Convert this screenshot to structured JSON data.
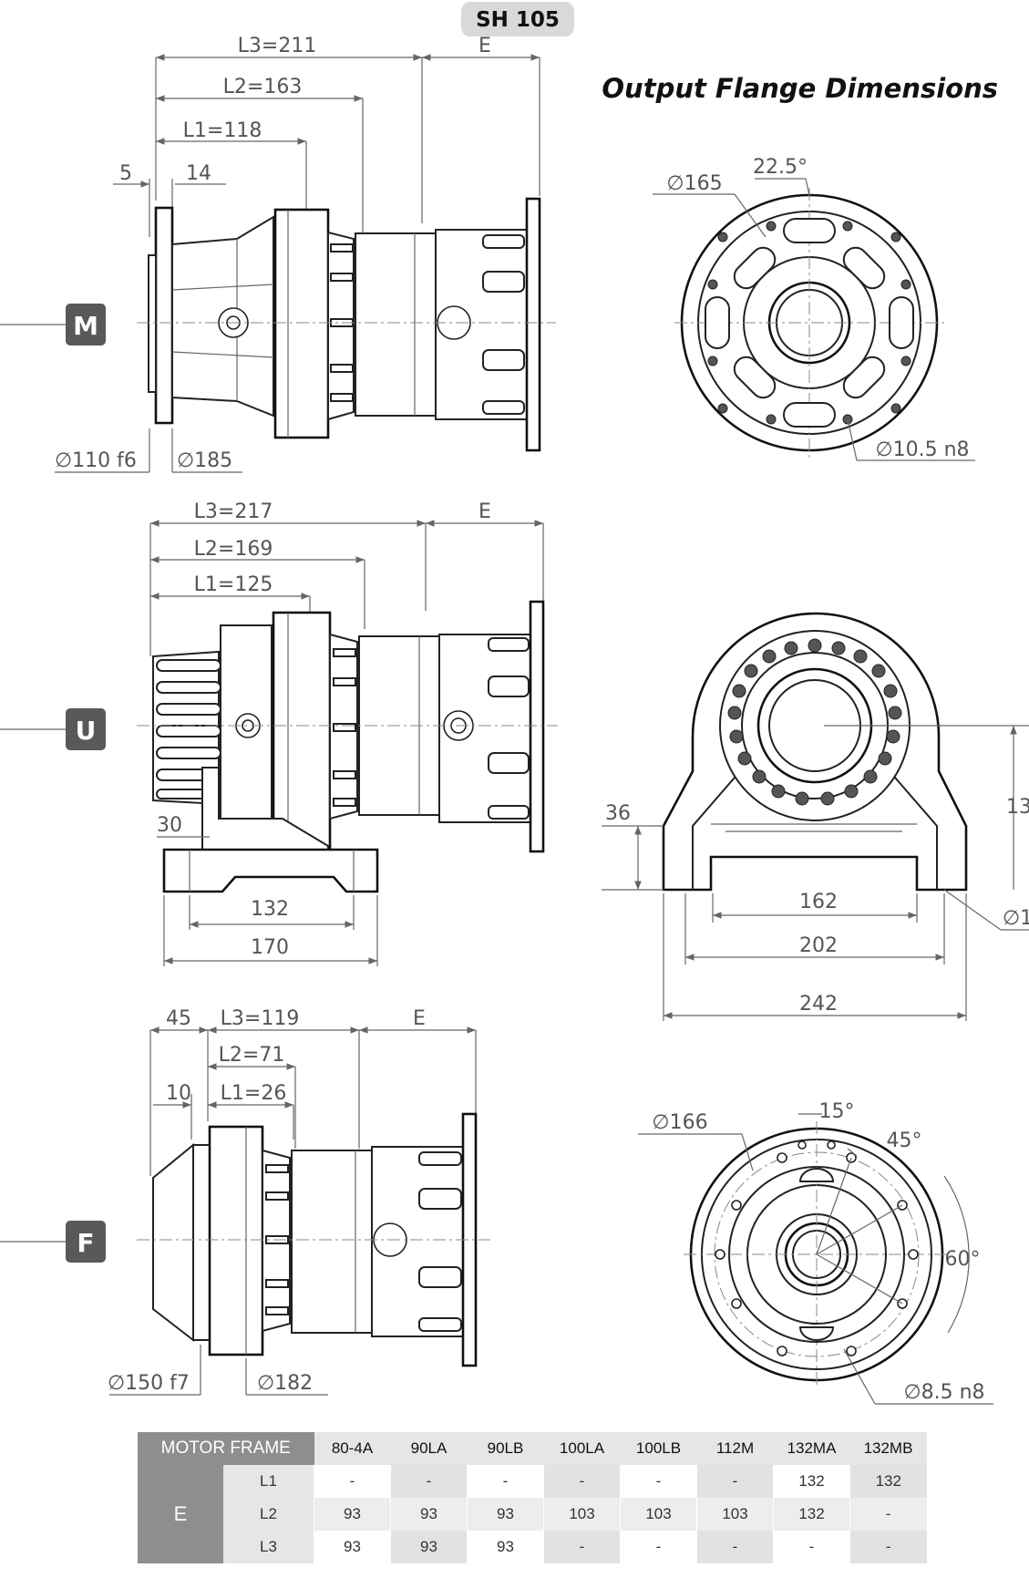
{
  "model": "SH 105",
  "title": "Output Flange Dimensions",
  "views": {
    "M": {
      "label": "M",
      "dims": [
        "L3=211",
        "E",
        "L2=163",
        "L1=118",
        "5",
        "14"
      ],
      "diameters": [
        "∅110 f6",
        "∅185"
      ],
      "flange": [
        "∅165",
        "22.5°",
        "∅10.5 n8"
      ]
    },
    "U": {
      "label": "U",
      "dims": [
        "L3=217",
        "E",
        "L2=169",
        "L1=125",
        "30",
        "132",
        "170"
      ],
      "foot": [
        "36",
        "13",
        "162",
        "202",
        "242",
        "∅1"
      ]
    },
    "F": {
      "label": "F",
      "dims": [
        "45",
        "L3=119",
        "E",
        "L2=71",
        "10",
        "L1=26"
      ],
      "diameters": [
        "∅150 f7",
        "∅182"
      ],
      "flange": [
        "∅166",
        "15°",
        "45°",
        "60°",
        "∅8.5 n8"
      ]
    }
  },
  "table": {
    "header_title": "MOTOR FRAME",
    "columns": [
      "80-4A",
      "90LA",
      "90LB",
      "100LA",
      "100LB",
      "112M",
      "132MA",
      "132MB"
    ],
    "group_label": "E",
    "rows": [
      {
        "label": "L1",
        "values": [
          "-",
          "-",
          "-",
          "-",
          "-",
          "-",
          "132",
          "132"
        ]
      },
      {
        "label": "L2",
        "values": [
          "93",
          "93",
          "93",
          "103",
          "103",
          "103",
          "132",
          "-"
        ]
      },
      {
        "label": "L3",
        "values": [
          "93",
          "93",
          "93",
          "-",
          "-",
          "-",
          "-",
          "-"
        ]
      }
    ]
  },
  "colors": {
    "label_box": "#595959",
    "table_header": "#8e8e8e",
    "model_badge": "#d9d9d9"
  }
}
